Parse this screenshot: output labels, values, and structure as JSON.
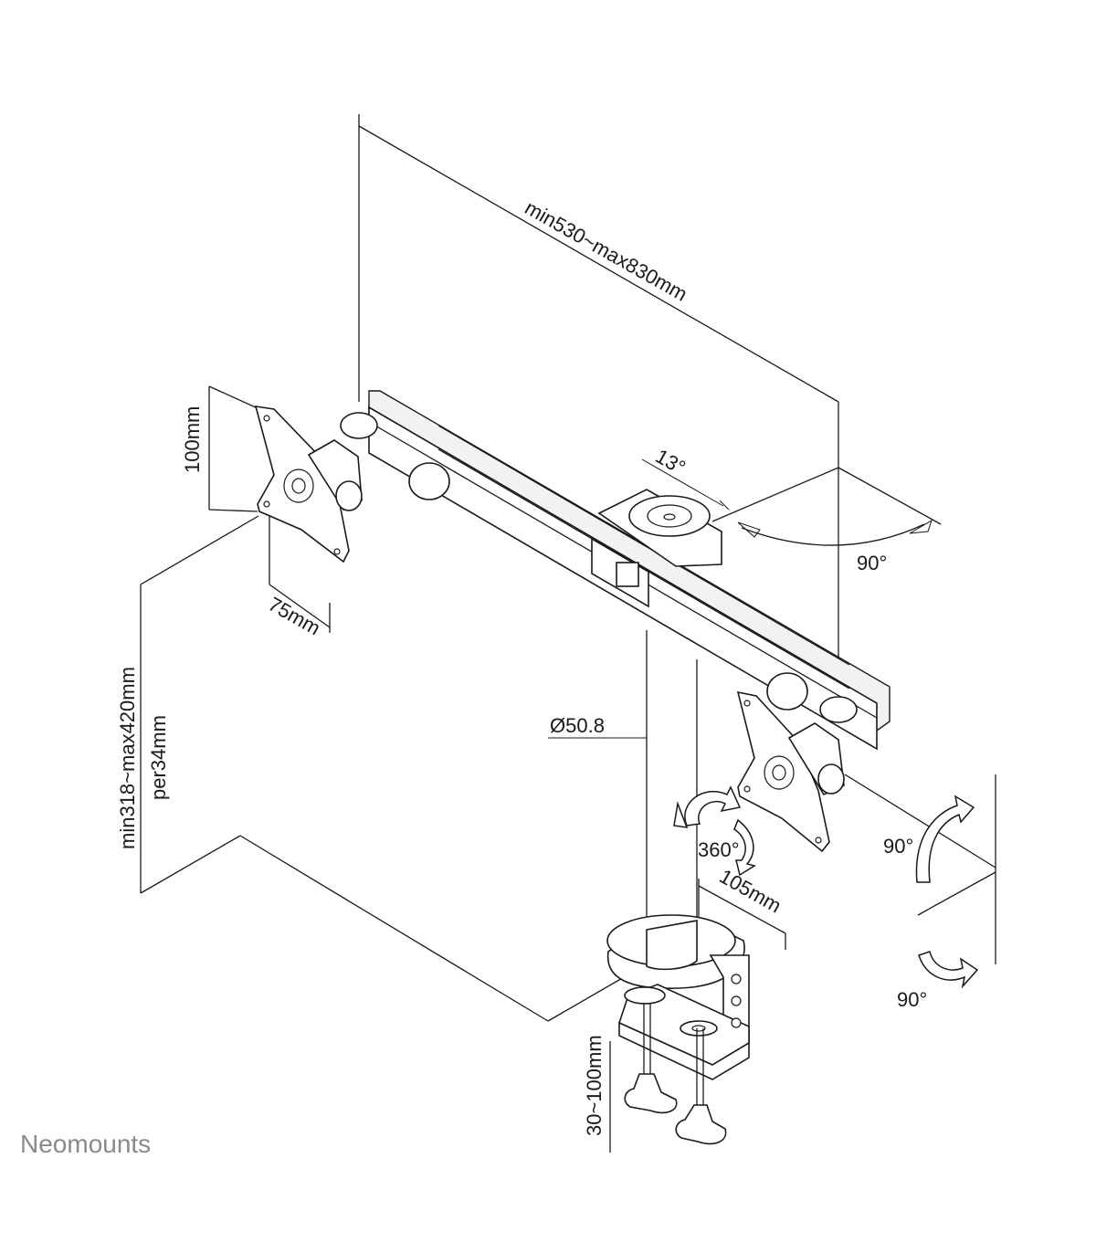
{
  "labels": {
    "arm_length": "min530~max830mm",
    "tilt_angle": "13°",
    "swivel_angle": "90°",
    "vesa_height": "100mm",
    "vesa_width": "75mm",
    "pole_height_range": "min318~max420mm",
    "pole_height_step": "per34mm",
    "pole_diameter": "Ø50.8",
    "rotation_angle": "360°",
    "clamp_depth": "105mm",
    "tilt_side_angle": "90°",
    "pivot_angle": "90°",
    "desk_thickness": "30~100mm"
  },
  "brand": {
    "name": "Neomounts"
  },
  "colors": {
    "line": "#1a1a1a",
    "brand": "#8a8a8a",
    "background": "#ffffff"
  }
}
